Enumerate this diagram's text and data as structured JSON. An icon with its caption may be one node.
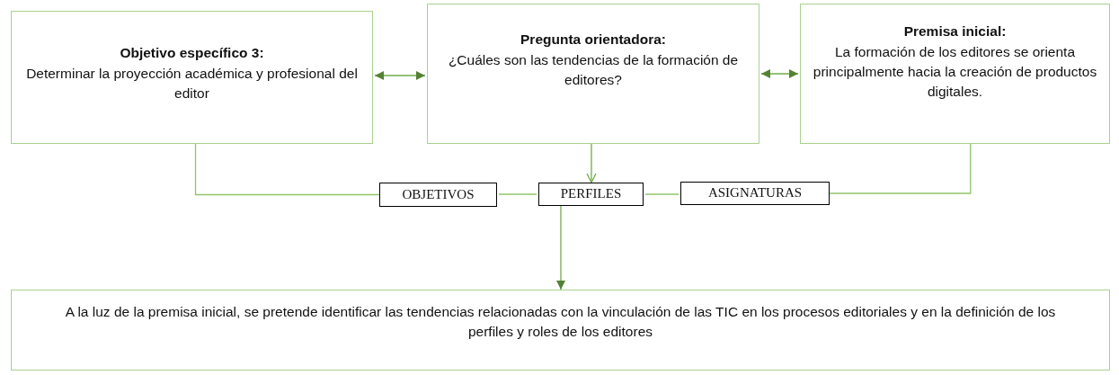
{
  "diagram": {
    "nodes": [
      {
        "text": [
          "Objetivo específico 3:",
          "Determinar la proyección académica y profesional del editor"
        ]
      },
      {
        "text": [
          "Pregunta orientadora:",
          "¿Cuáles son las tendencias de la formación de editores?"
        ]
      },
      {
        "text": [
          "Premisa inicial:",
          "La formación de los editores se orienta principalmente hacia la creación de productos digitales."
        ]
      },
      {
        "text": [
          "OBJETIVOS"
        ]
      },
      {
        "text": [
          "PERFILES"
        ]
      },
      {
        "text": [
          "ASIGNATURAS"
        ]
      },
      {
        "text": [
          "A la luz de la premisa inicial, se pretende identificar las tendencias relacionadas con la vinculación de las TIC en los procesos editoriales y en la definición de los perfiles y roles de los editores"
        ]
      }
    ],
    "edges": [
      {
        "from": 0,
        "to": 1,
        "arrow": "both"
      },
      {
        "from": 1,
        "to": 2,
        "arrow": "both"
      },
      {
        "from": 1,
        "to": 4,
        "arrow": "to"
      },
      {
        "from": 0,
        "to": 3,
        "arrow": "none"
      },
      {
        "from": 3,
        "to": 4,
        "arrow": "none"
      },
      {
        "from": 4,
        "to": 5,
        "arrow": "none"
      },
      {
        "from": 5,
        "to": 2,
        "arrow": "none"
      },
      {
        "from": 4,
        "to": 6,
        "arrow": "to"
      }
    ]
  }
}
